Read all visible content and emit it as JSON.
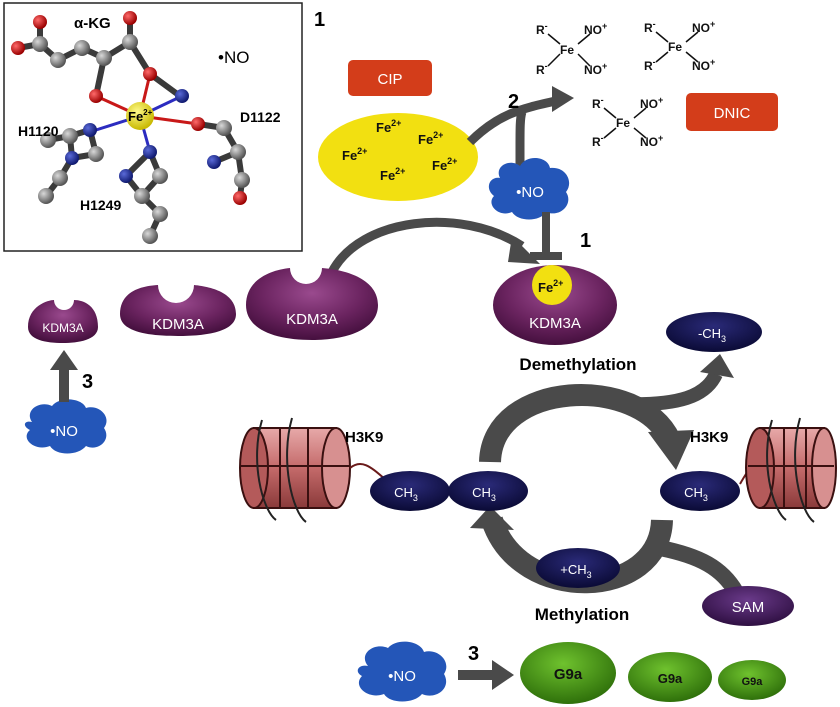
{
  "inset": {
    "step": "1",
    "labels": {
      "akg": "α-KG",
      "no": "•NO",
      "fe": "Fe",
      "fe_charge": "2+",
      "h1120": "H1120",
      "d1122": "D1122",
      "h1249": "H1249"
    }
  },
  "cip": {
    "label": "CIP",
    "fe_ion": "Fe",
    "fe_charge": "2+"
  },
  "pathway2": {
    "step": "2",
    "no": "•NO",
    "dnic_label": "DNIC",
    "r": "R",
    "r_charge": "-",
    "fe": "Fe",
    "nitrosyl": "NO",
    "nitrosyl_charge": "+"
  },
  "inhibition1": {
    "no": "•NO",
    "step": "1"
  },
  "kdm3a": {
    "label": "KDM3A",
    "fe": "Fe",
    "fe_charge": "2+"
  },
  "pathway3_left": {
    "step": "3",
    "no": "•NO"
  },
  "demethylation": {
    "title": "Demethylation",
    "product": "-CH",
    "product_sub": "3"
  },
  "histone": {
    "h3k9": "H3K9",
    "methyl": "CH",
    "methyl_sub": "3"
  },
  "methylation": {
    "title": "Methylation",
    "add": "+CH",
    "add_sub": "3",
    "sam": "SAM"
  },
  "g9a": {
    "step": "3",
    "no": "•NO",
    "label": "G9a"
  },
  "colors": {
    "kdm3a": "#5e1b55",
    "fe_yellow": "#f2e011",
    "no_blue": "#2456b8",
    "cip_red": "#d33d1a",
    "histone": "#c97878",
    "methyl_navy": "#0d0d45",
    "g9a_green": "#3e8a12",
    "sam": "#3d1850",
    "arrow_gray": "#4a4a4a"
  }
}
